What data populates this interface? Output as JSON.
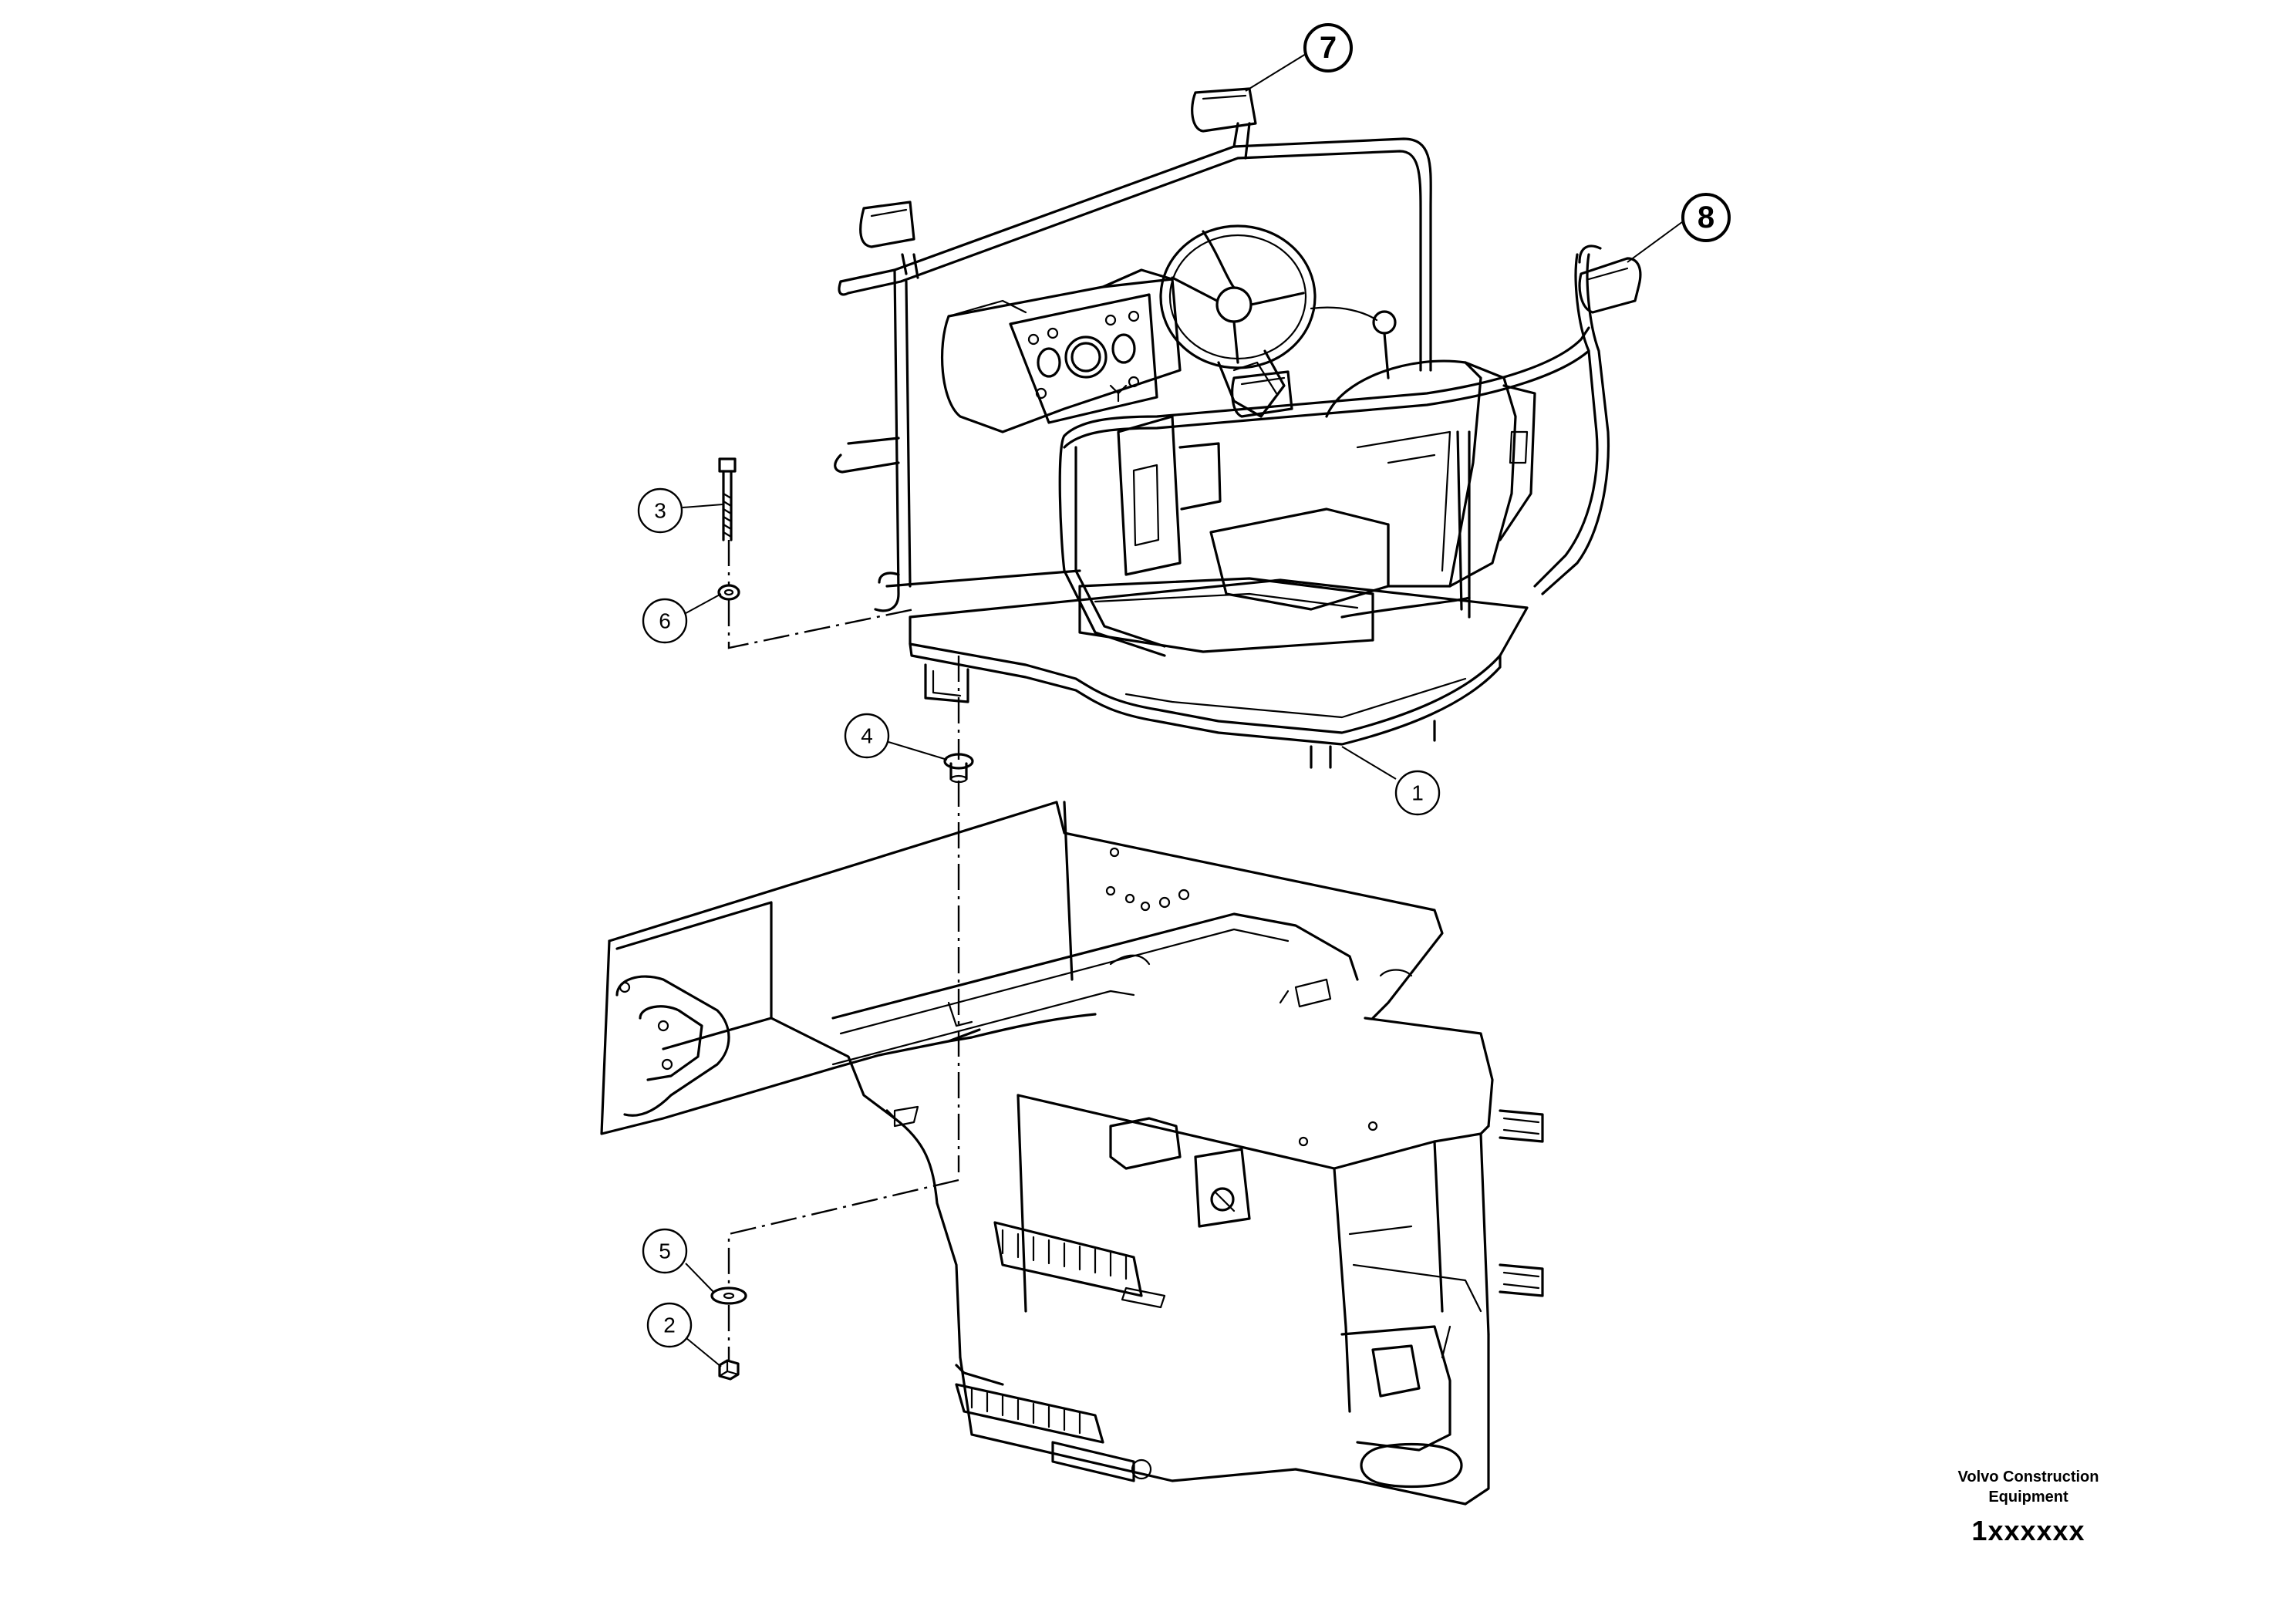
{
  "title_block": {
    "line_1": "Volvo Construction",
    "line_2": "Equipment",
    "part_number": "1xxxxxx"
  },
  "callouts": [
    {
      "id": "callout-1",
      "label": "1",
      "style": "regular"
    },
    {
      "id": "callout-2",
      "label": "2",
      "style": "regular"
    },
    {
      "id": "callout-3",
      "label": "3",
      "style": "regular"
    },
    {
      "id": "callout-4",
      "label": "4",
      "style": "regular"
    },
    {
      "id": "callout-5",
      "label": "5",
      "style": "regular"
    },
    {
      "id": "callout-6",
      "label": "6",
      "style": "regular"
    },
    {
      "id": "callout-7",
      "label": "7",
      "style": "bold"
    },
    {
      "id": "callout-8",
      "label": "8",
      "style": "bold"
    }
  ],
  "line_color": "#000000",
  "background_color": "#ffffff"
}
